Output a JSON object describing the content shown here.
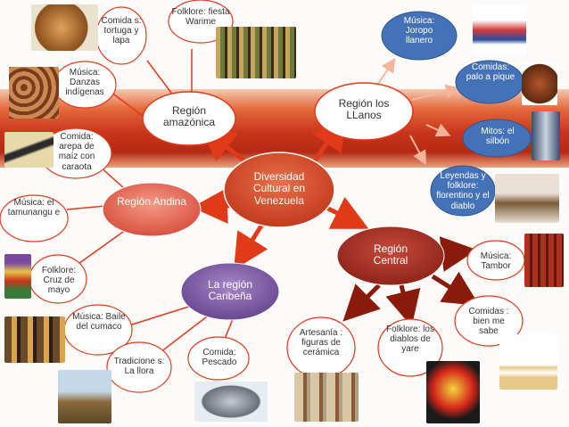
{
  "center": {
    "label": "Diversidad Cultural en Venezuela"
  },
  "regions": {
    "amazonica": "Región amazónica",
    "llanos": "Región los LLanos",
    "andina": "Región Andina",
    "caribena": "La región Caribeña",
    "central": "Región Central"
  },
  "items": {
    "am_comida": "Comida s: tortuga y lapa",
    "am_folklore": "Folklore: fiesta Warime",
    "am_musica": "Música: Danzas indígenas",
    "ll_musica": "Música: Joropo llanero",
    "ll_comidas": "Comidas: palo a pique",
    "ll_mitos": "Mitos: el silbón",
    "ll_leyendas": "Leyendas y folklore: florentino y el diablo",
    "an_comida": "Comida: arepa de maíz con caraota",
    "an_musica": "Música: el tamunangu e",
    "an_folklore": "Folklore: Cruz de mayo",
    "ca_musica": "Música: Baile del cumaco",
    "ca_tradiciones": "Tradicione s: La llora",
    "ca_comida": "Comida: Pescado",
    "ce_artesania": "Artesanía : figuras de cerámica",
    "ce_folklore": "Folklore: los diablos de yare",
    "ce_comidas": "Comidas : bien me sabe",
    "ce_musica": "Música: Tambor"
  },
  "colors": {
    "band": "#c9351b",
    "region_pink": "#e1625a",
    "region_blue": "#3f70b3",
    "region_purple": "#7a55a0",
    "region_brown": "#b0342a",
    "arrow": "#e03a18",
    "dark_arrow": "#8a1a0a"
  },
  "icons": [
    "photo-roast-chicken",
    "photo-warime-dancers",
    "photo-rock-art",
    "photo-arepa",
    "photo-joropo-dancers",
    "photo-palo-a-pique",
    "photo-silbon",
    "photo-florentino",
    "photo-cruz-de-mayo",
    "photo-cumaco-dancers",
    "photo-la-llora",
    "photo-fish",
    "photo-ceramic-figures",
    "photo-diablos-mask",
    "photo-cake",
    "photo-drum"
  ]
}
